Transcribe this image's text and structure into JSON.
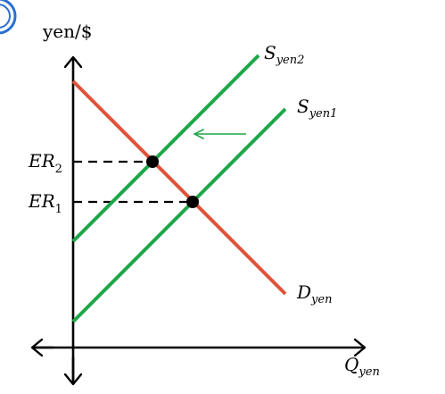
{
  "diagram": {
    "y_axis_label": "yen/$",
    "x_axis_label": {
      "main": "Q",
      "sub": "yen"
    },
    "curves": {
      "supply_2": {
        "main": "S",
        "sub": "yen2",
        "color": "#1fa64a"
      },
      "supply_1": {
        "main": "S",
        "sub": "yen1",
        "color": "#1fa64a"
      },
      "demand": {
        "main": "D",
        "sub": "yen",
        "color": "#e0533a"
      }
    },
    "equilibria": {
      "er2": {
        "main": "ER",
        "sub": "2"
      },
      "er1": {
        "main": "ER",
        "sub": "1"
      }
    },
    "shift_arrow": {
      "color": "#1fa64a",
      "direction": "left"
    },
    "corner_icon": "circle-icon",
    "corner_icon_color": "#2a6fd1"
  }
}
